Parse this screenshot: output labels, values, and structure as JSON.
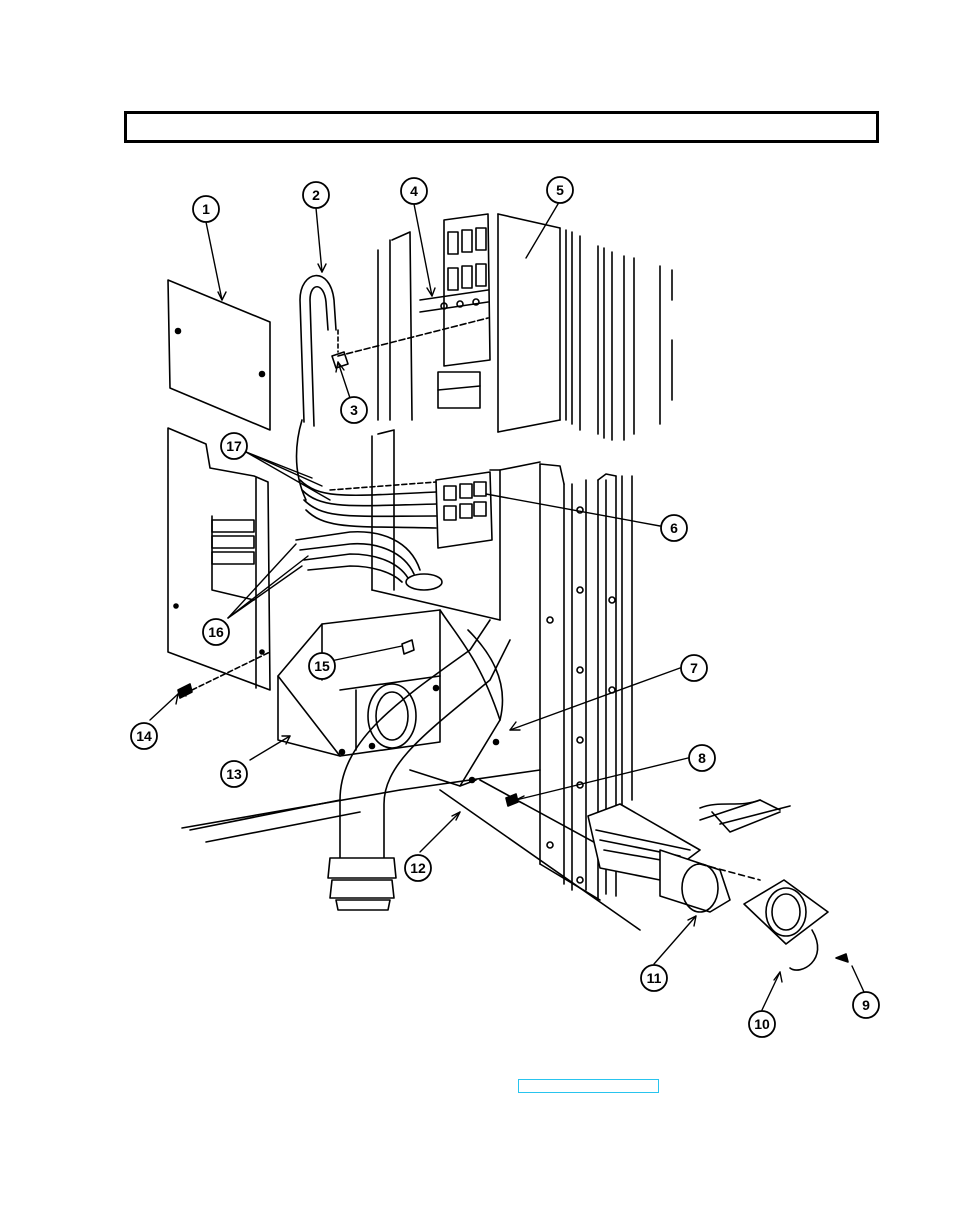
{
  "header": {
    "title": ""
  },
  "callouts": [
    {
      "label": "1"
    },
    {
      "label": "2"
    },
    {
      "label": "3"
    },
    {
      "label": "4"
    },
    {
      "label": "5"
    },
    {
      "label": "6"
    },
    {
      "label": "7"
    },
    {
      "label": "8"
    },
    {
      "label": "9"
    },
    {
      "label": "10"
    },
    {
      "label": "11"
    },
    {
      "label": "12"
    },
    {
      "label": "13"
    },
    {
      "label": "14"
    },
    {
      "label": "15"
    },
    {
      "label": "16"
    },
    {
      "label": "17"
    }
  ],
  "footer": {
    "link_text": ""
  }
}
